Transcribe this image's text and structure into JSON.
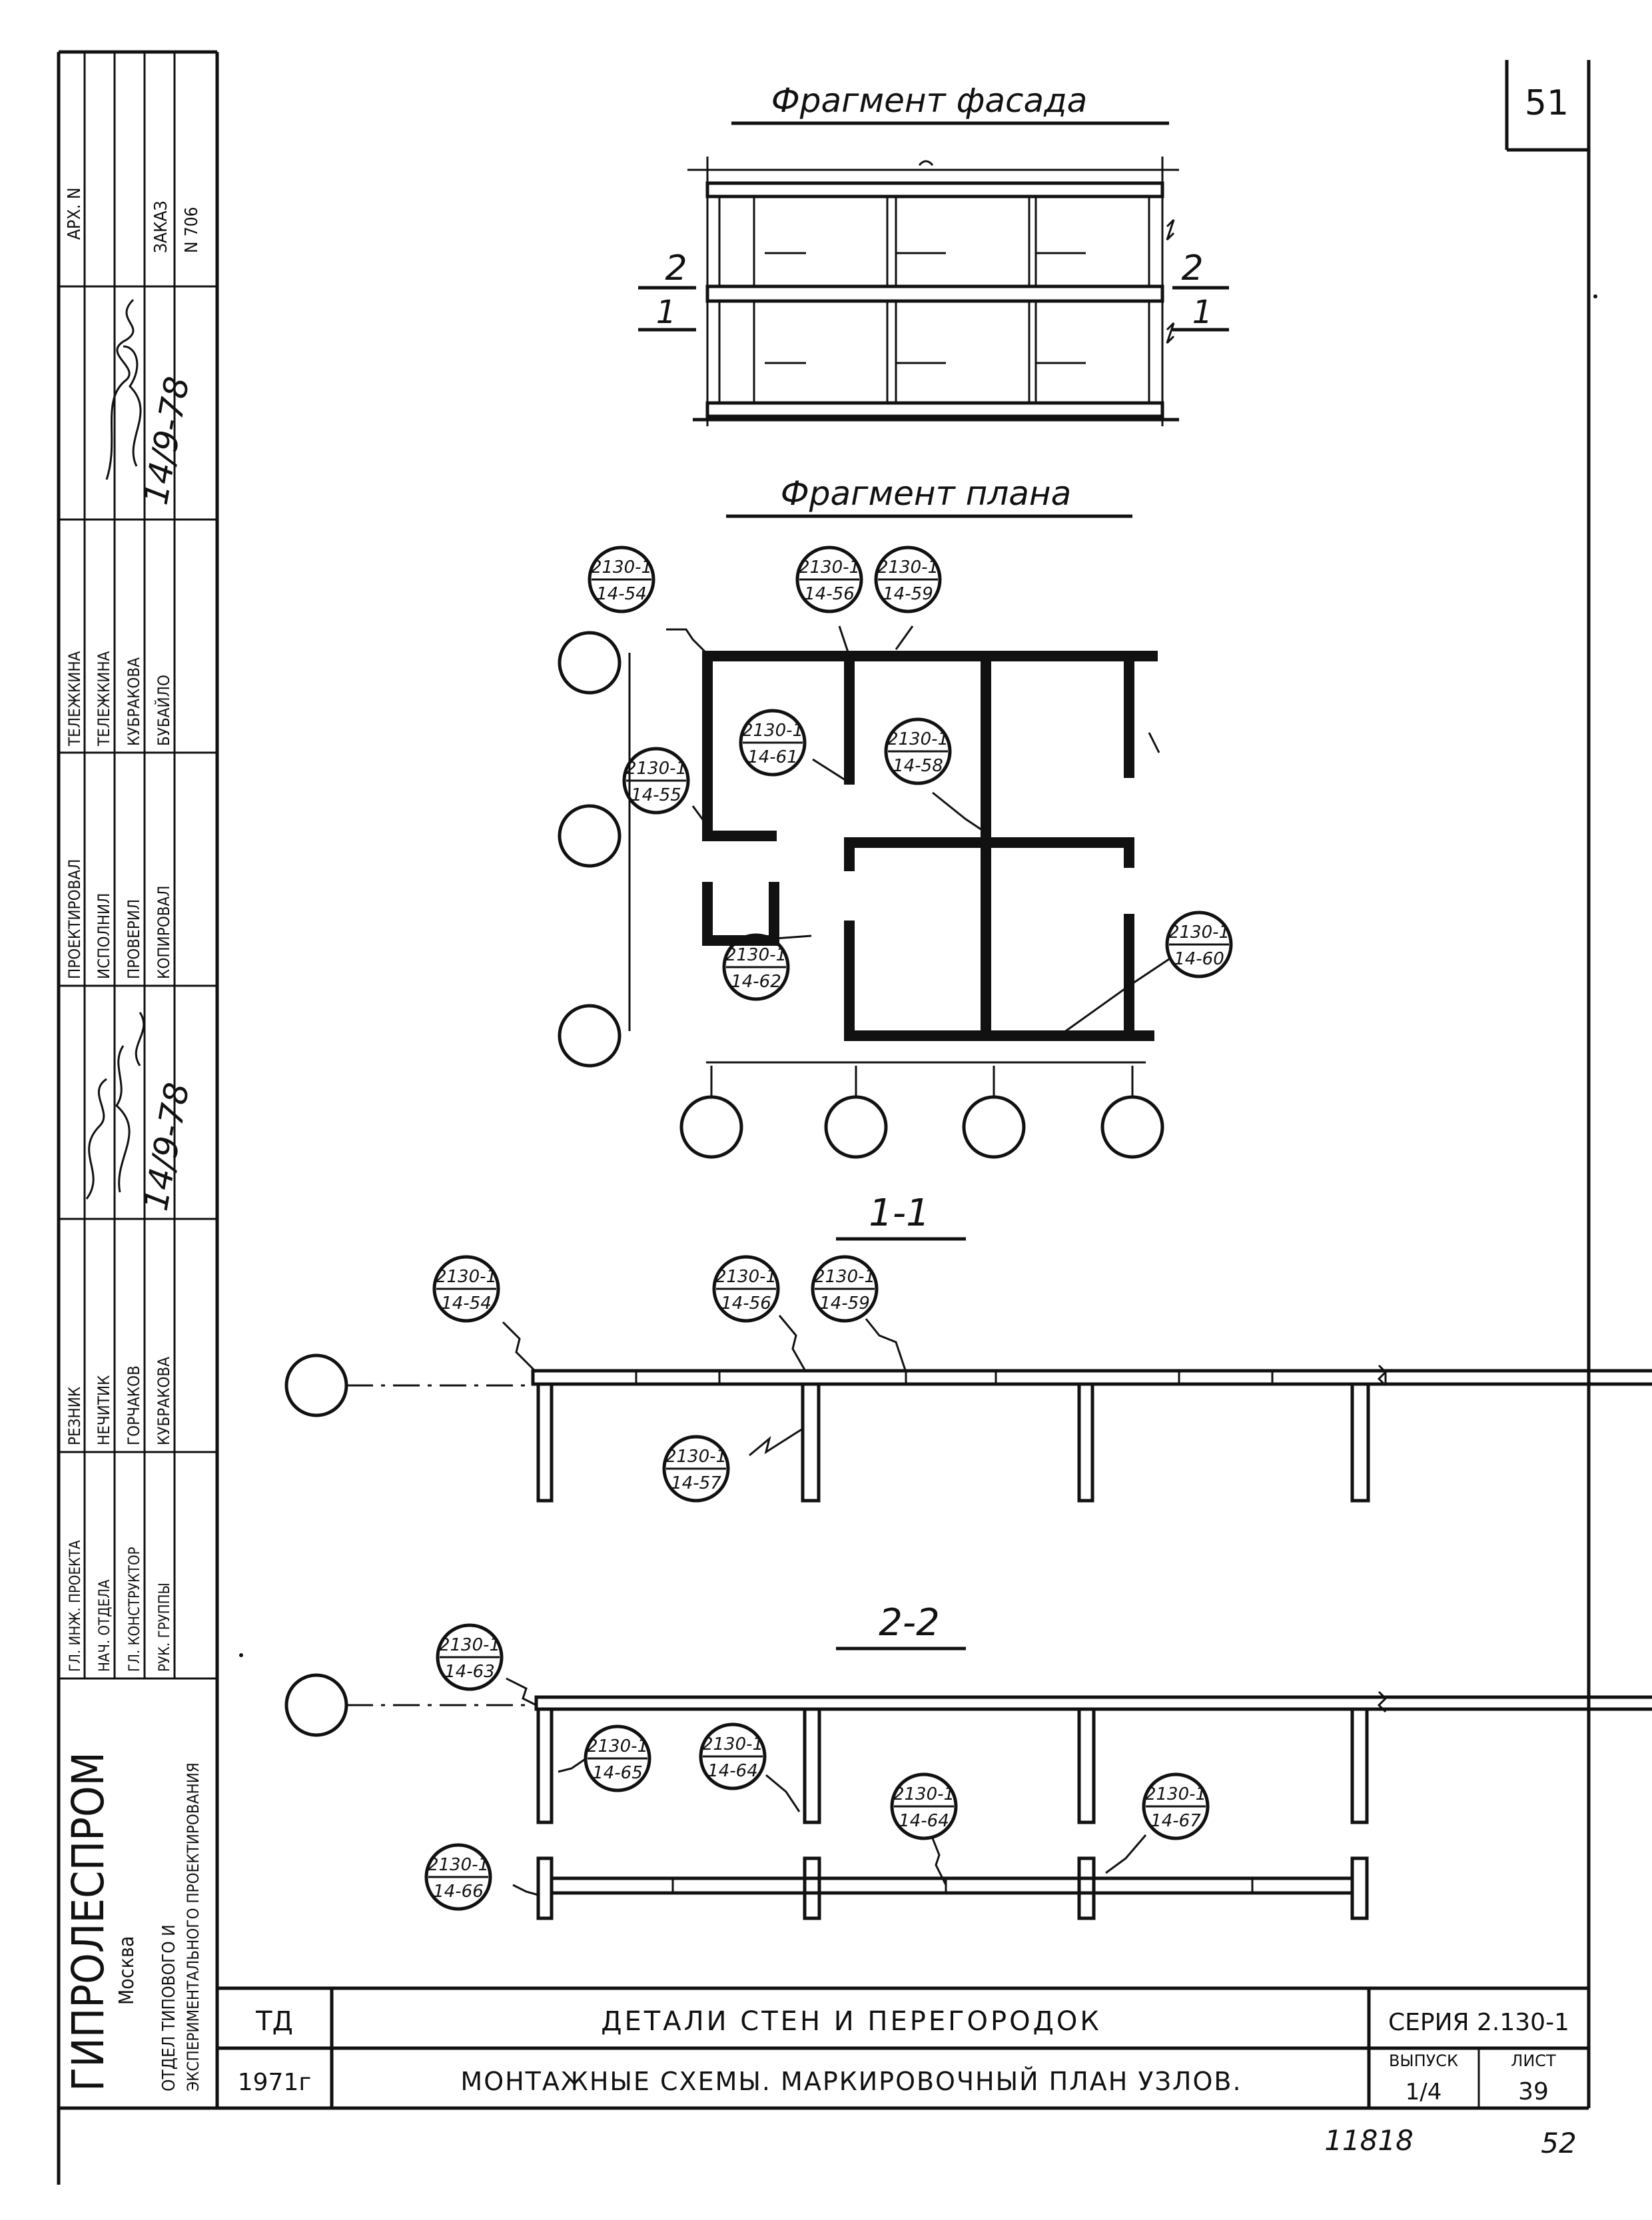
{
  "sheet_number": "51",
  "fragment_facade_title": "Фрагмент фасада",
  "fragment_plan_title": "Фрагмент плана",
  "section_1_title": "1-1",
  "section_2_title": "2-2",
  "floor_marks": {
    "upper": "2",
    "lower": "1"
  },
  "node_marks": {
    "p54": [
      "2130-1",
      "14-54"
    ],
    "p56": [
      "2130-1",
      "14-56"
    ],
    "p59": [
      "2130-1",
      "14-59"
    ],
    "p55": [
      "2130-1",
      "14-55"
    ],
    "p61": [
      "2130-1",
      "14-61"
    ],
    "p58": [
      "2130-1",
      "14-58"
    ],
    "p62": [
      "2130-1",
      "14-62"
    ],
    "p60": [
      "2130-1",
      "14-60"
    ],
    "s1_54": [
      "2130-1",
      "14-54"
    ],
    "s1_56": [
      "2130-1",
      "14-56"
    ],
    "s1_59": [
      "2130-1",
      "14-59"
    ],
    "s1_57": [
      "2130-1",
      "14-57"
    ],
    "s2_63": [
      "2130-1",
      "14-63"
    ],
    "s2_65": [
      "2130-1",
      "14-65"
    ],
    "s2_64a": [
      "2130-1",
      "14-64"
    ],
    "s2_64b": [
      "2130-1",
      "14-64"
    ],
    "s2_67": [
      "2130-1",
      "14-67"
    ],
    "s2_66": [
      "2130-1",
      "14-66"
    ]
  },
  "side_stamp": {
    "arch_no": "АРХ. N",
    "order_label": "ЗАКАЗ",
    "order_no": "N 706",
    "designed": "ПРОЕКТИРОВАЛ",
    "executed": "ИСПОЛНИЛ",
    "checked": "ПРОВЕРИЛ",
    "copied": "КОПИРОВАЛ",
    "name_designed": "ТЕЛЕЖКИНА",
    "name_executed": "ТЕЛЕЖКИНА",
    "name_checked": "КУБРАКОВА",
    "name_copied": "БУБАЙЛО",
    "chief_engineer": "ГЛ. ИНЖ. ПРОЕКТА",
    "dept_head": "НАЧ. ОТДЕЛА",
    "chief_designer": "ГЛ. КОНСТРУКТОР",
    "group_head": "РУК. ГРУППЫ",
    "name_chief_engineer": "РЕЗНИК",
    "name_dept_head": "НЕЧИТИК",
    "name_chief_designer": "ГОРЧАКОВ",
    "name_group_head": "КУБРАКОВА",
    "organization": "ГИПРОЛЕСПРОМ",
    "city": "Москва",
    "department_1": "ОТДЕЛ ТИПОВОГО И",
    "department_2": "ЭКСПЕРИМЕНТАЛЬНОГО ПРОЕКТИРОВАНИЯ",
    "date_1": "14/9-78",
    "date_2": "14/9-78"
  },
  "title_block": {
    "code": "ТД",
    "year": "1971г",
    "title": "ДЕТАЛИ СТЕН И ПЕРЕГОРОДОК",
    "subtitle": "МОНТАЖНЫЕ СХЕМЫ. МАРКИРОВОЧНЫЙ ПЛАН УЗЛОВ.",
    "series": "СЕРИЯ 2.130-1",
    "issue_label": "ВЫПУСК",
    "issue_value": "1/4",
    "sheet_label": "ЛИСТ",
    "sheet_value": "39"
  },
  "bottom_notes": {
    "inventory": "11818",
    "page": "52"
  }
}
